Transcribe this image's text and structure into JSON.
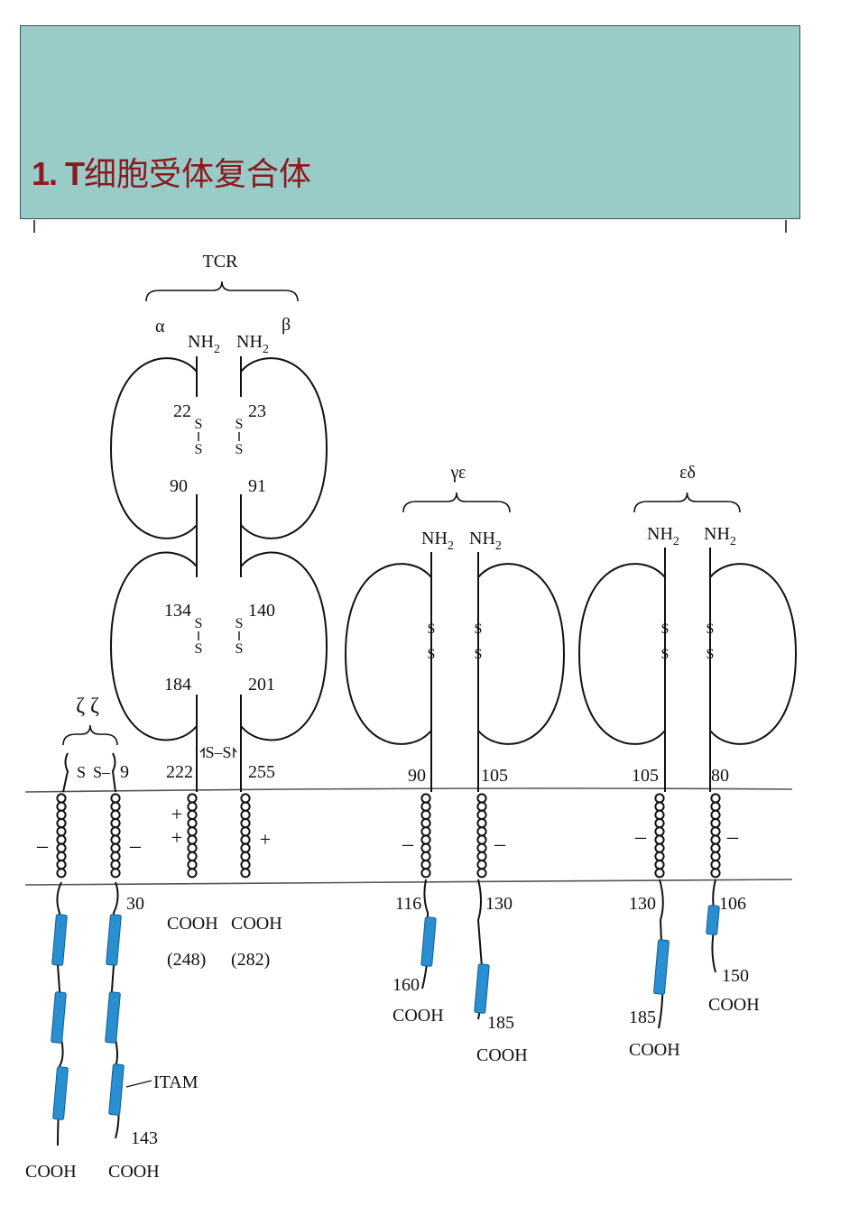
{
  "slide": {
    "title_num": "1. T",
    "title_rest": "细胞受体复合体",
    "banner_color": "#99cbc9",
    "title_color": "#8b1a1e"
  },
  "diagram": {
    "ss": "S",
    "ss_bridge": "S–S",
    "nh2": "NH",
    "nh2_sub": "2",
    "cooh": "COOH",
    "itam": "ITAM",
    "plus": "+",
    "minus": "–",
    "zeta": {
      "label": "ζ ζ",
      "left_top": "S",
      "right_top": "S",
      "n9": "9",
      "n30": "30",
      "n143": "143"
    },
    "tcr": {
      "label": "TCR",
      "alpha": "α",
      "beta": "β",
      "a22": "22",
      "b23": "23",
      "a90": "90",
      "b91": "91",
      "a134": "134",
      "b140": "140",
      "a184": "184",
      "b201": "201",
      "a222": "222",
      "b255": "255",
      "a248": "(248)",
      "b282": "(282)"
    },
    "gamma_epsilon": {
      "label": "γε",
      "g90": "90",
      "e105": "105",
      "g116": "116",
      "e130": "130",
      "g160": "160",
      "e185": "185"
    },
    "epsilon_delta": {
      "label": "εδ",
      "e105": "105",
      "d80": "80",
      "e130": "130",
      "d106": "106",
      "e185": "185",
      "d150": "150"
    },
    "colors": {
      "itam": "#2a8fd0",
      "charge": "#2a8fd0",
      "line": "#111111",
      "membrane": "#555555"
    }
  }
}
